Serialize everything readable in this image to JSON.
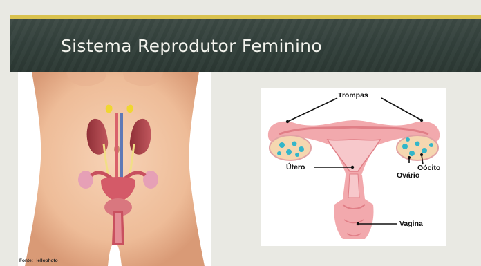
{
  "slide": {
    "title": "Sistema Reprodutor Feminino",
    "source_credit": "Fonte: Hellophoto"
  },
  "diagram": {
    "labels": {
      "tubes": "Trompas",
      "uterus": "Útero",
      "ovary": "Ovário",
      "oocyte": "Oócito",
      "vagina": "Vagina"
    }
  },
  "colors": {
    "title_band": "#33413c",
    "accent_bar": "#d9c24e",
    "background": "#e9e9e3",
    "skin": "#f1c4a4",
    "uterus_pink": "#f2a9ad",
    "uterus_deep": "#e07e86",
    "oocyte": "#33b6c9",
    "kidney": "#a8434a",
    "adrenal": "#f0d631"
  }
}
